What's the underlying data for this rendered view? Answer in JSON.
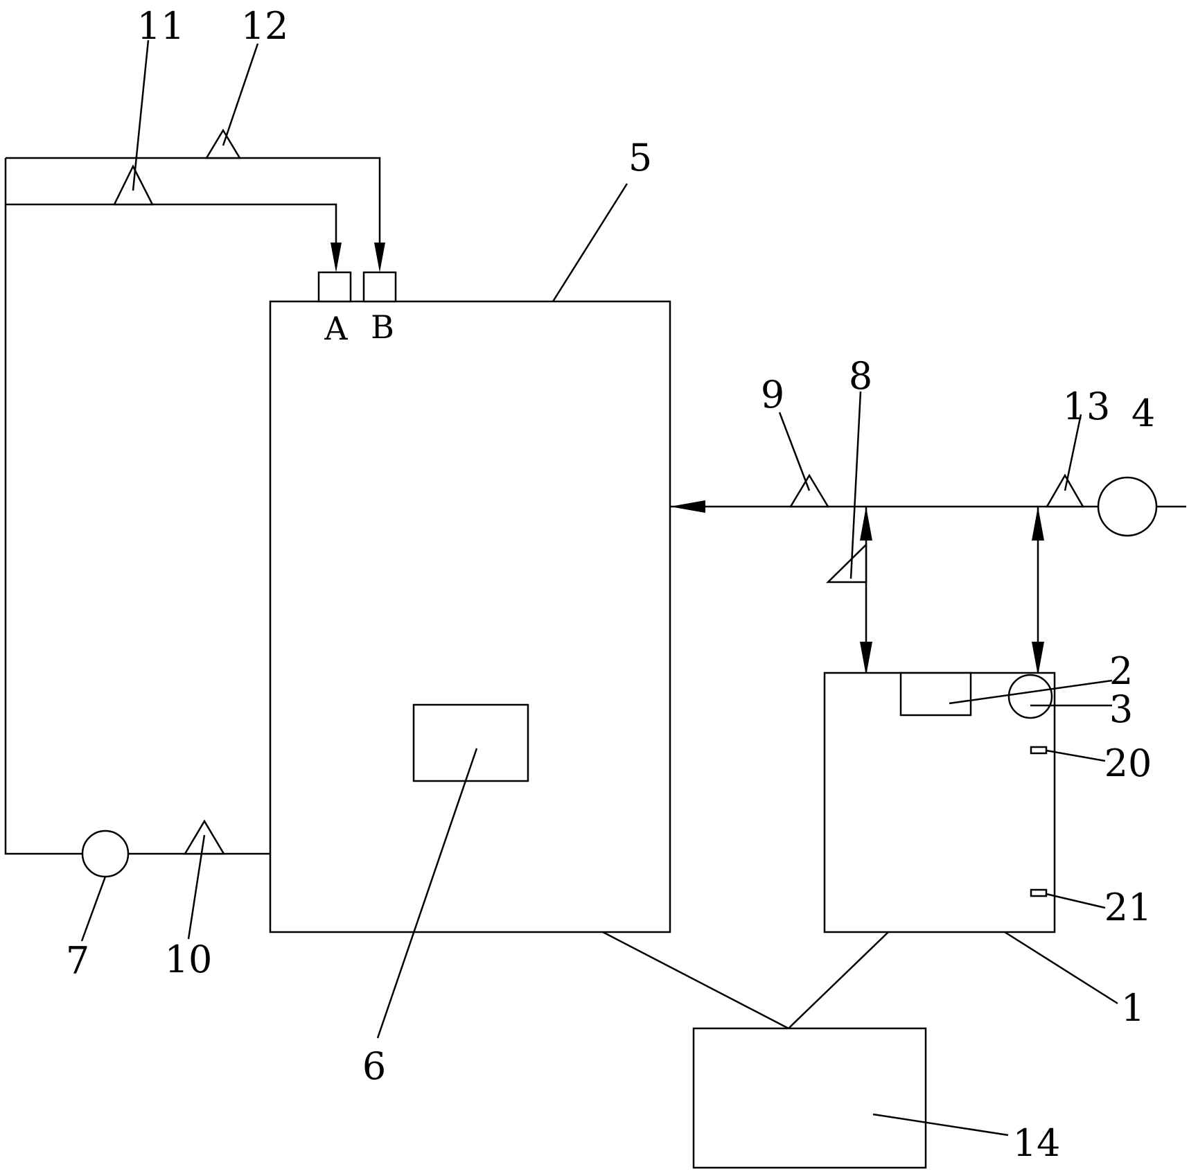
{
  "labels": {
    "main_tank": "5",
    "inner_box": "6",
    "pump_bottom": "7",
    "valve_bottom": "10",
    "valve_11": "11",
    "valve_12": "12",
    "port_a": "A",
    "port_b": "B",
    "valve_9": "9",
    "valve_8": "8",
    "valve_13": "13",
    "pump_4": "4",
    "tank_1": "1",
    "part_2": "2",
    "part_3": "3",
    "sensor_20": "20",
    "sensor_21": "21",
    "controller_14": "14"
  },
  "colors": {
    "line": "#000000",
    "background": "#ffffff"
  }
}
